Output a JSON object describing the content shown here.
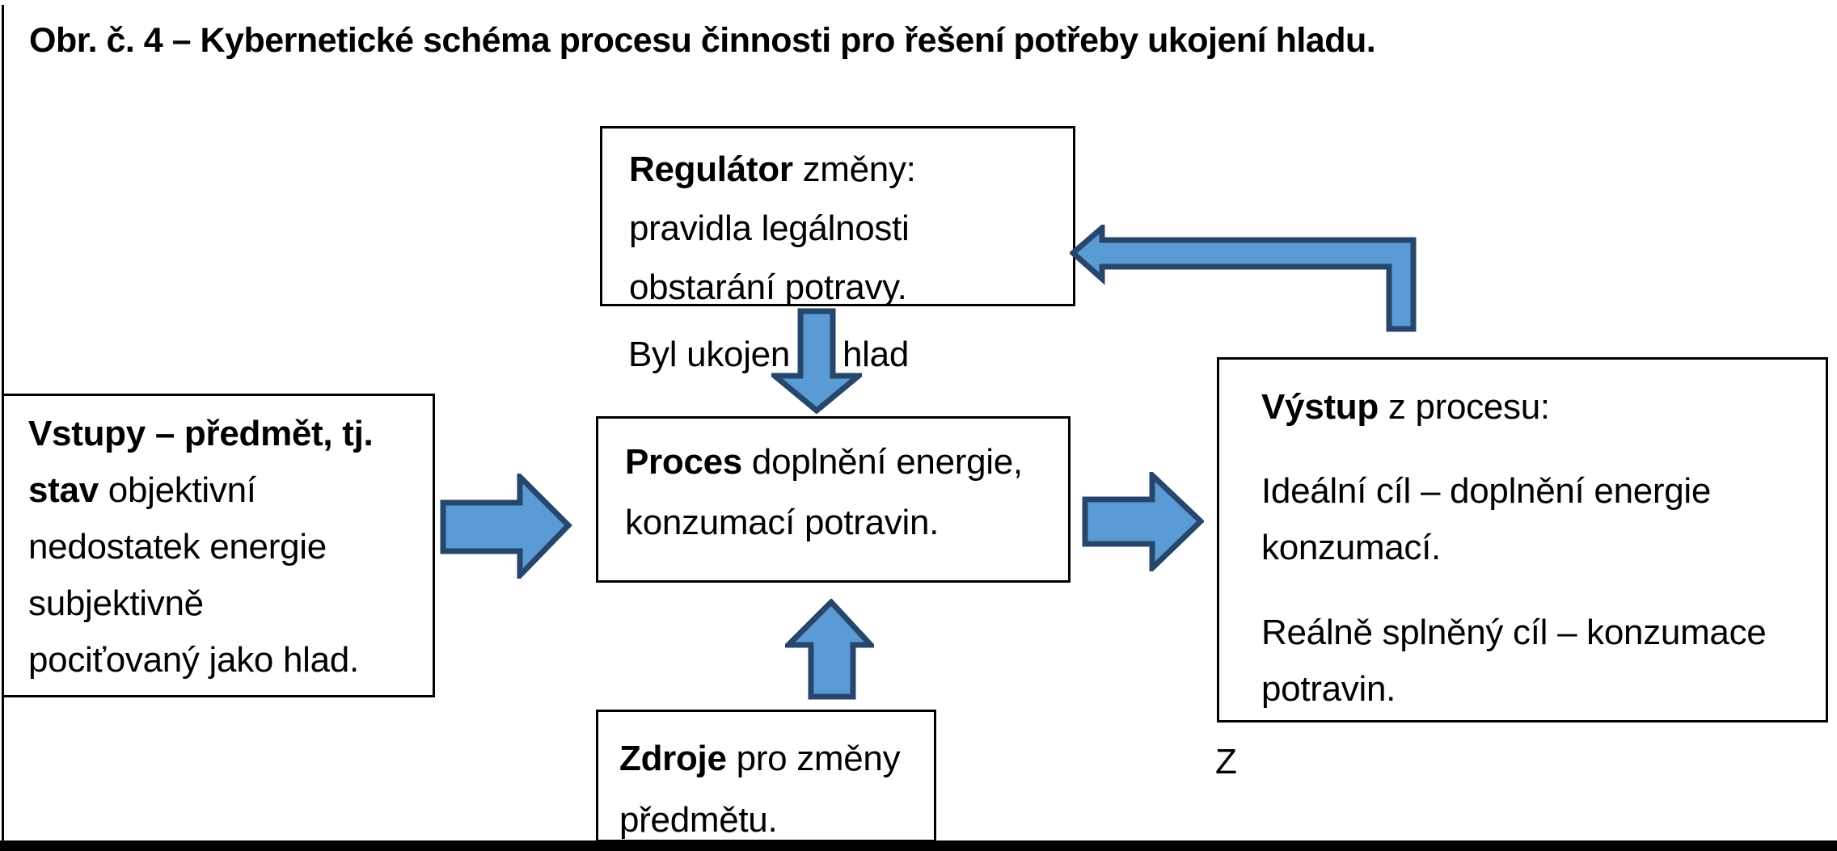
{
  "title": "Obr. č. 4 – Kybernetické schéma procesu činnosti pro řešení potřeby ukojení hladu.",
  "colors": {
    "arrow_fill": "#5B9BD5",
    "arrow_stroke": "#26476B",
    "border": "#000000"
  },
  "boxes": {
    "regulator": {
      "title_bold": "Regulátor",
      "title_rest": " změny:",
      "line2": "pravidla legálnosti",
      "line3": "obstarání potravy."
    },
    "vstupy": {
      "line1_bold": "Vstupy – předmět, tj.",
      "line2_bold": "stav",
      "line2_rest": " objektivní",
      "line3": "nedostatek energie",
      "line4": "subjektivně",
      "line5": "pociťovaný jako hlad."
    },
    "proces": {
      "title_bold": "Proces",
      "title_rest": " doplnění energie,",
      "line2": "konzumací potravin."
    },
    "vystup": {
      "title_bold": "Výstup",
      "title_rest": " z procesu:",
      "p2_line1": "Ideální cíl – doplnění energie",
      "p2_line2": "konzumací.",
      "p3_line1": "Reálně splněný cíl – konzumace",
      "p3_line2": "potravin."
    },
    "zdroje": {
      "title_bold": "Zdroje",
      "title_rest": " pro změny",
      "line2": "předmětu."
    }
  },
  "labels": {
    "feedback_question_part1": "Byl ukojen",
    "feedback_question_part2": "hlad",
    "output_z": "Z"
  },
  "icons": {
    "input_to_process": "arrow-right-icon",
    "process_to_output": "arrow-right-icon",
    "regulator_to_process": "arrow-down-icon",
    "resources_to_process": "arrow-up-icon",
    "output_to_regulator": "feedback-arrow-icon"
  }
}
